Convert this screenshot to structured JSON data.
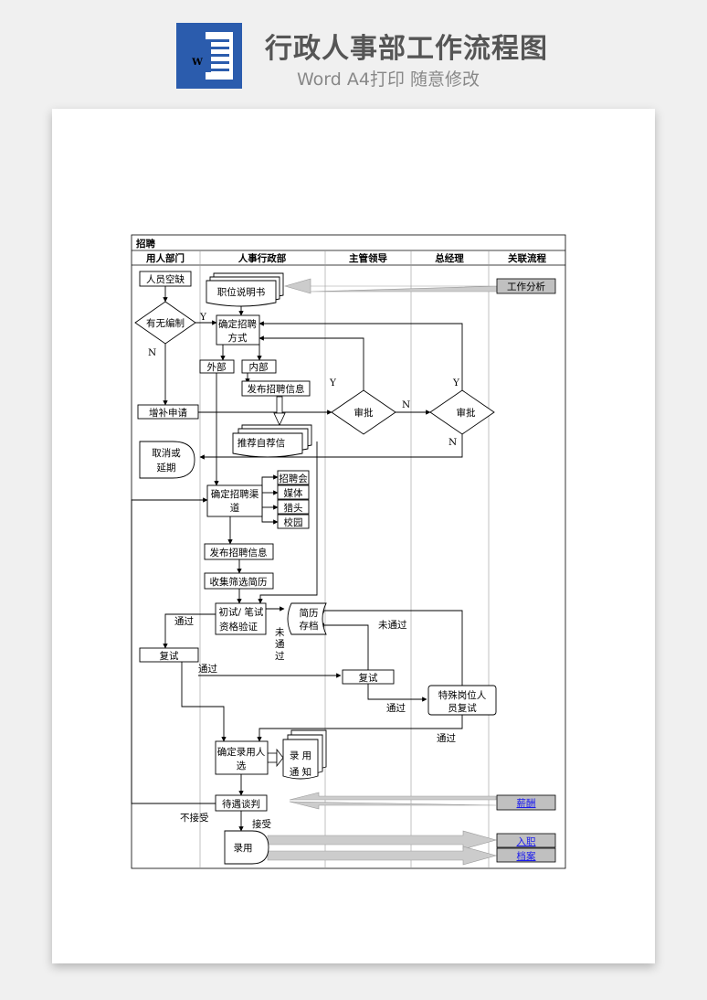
{
  "header": {
    "title": "行政人事部工作流程图",
    "subtitle": "Word A4打印 随意修改",
    "word_icon_letter": "W"
  },
  "diagram": {
    "section_title": "招聘",
    "lanes": [
      "用人部门",
      "人事行政部",
      "主管领导",
      "总经理",
      "关联流程"
    ],
    "nodes": {
      "staff_vacancy": "人员空缺",
      "job_desc": "职位说明书",
      "has_quota": "有无编制",
      "determine_method_1": "确定招聘",
      "determine_method_2": "方式",
      "external": "外部",
      "internal": "内部",
      "publish_info_internal": "发布招聘信息",
      "apply_supplement": "增补申请",
      "approve_supervisor": "审批",
      "approve_gm": "审批",
      "recommend_letter": "推荐自荐信",
      "cancel_1": "取消或",
      "cancel_2": "延期",
      "channel_1": "确定招聘渠",
      "channel_2": "道",
      "ch_fair": "招聘会",
      "ch_media": "媒体",
      "ch_headhunter": "猎头",
      "ch_campus": "校园",
      "publish_info": "发布招聘信息",
      "collect_resume": "收集筛选简历",
      "first_test_1": "初试/ 笔试",
      "first_test_2": "资格验证",
      "resume_archive_1": "简历",
      "resume_archive_2": "存档",
      "retest_dept": "复试",
      "retest_supervisor": "复试",
      "special_1": "特殊岗位人",
      "special_2": "员复试",
      "confirm_hire_1": "确定录用人",
      "confirm_hire_2": "选",
      "offer_1": "录  用",
      "offer_2": "通  知",
      "salary_talk": "待遇谈判",
      "hire": "录用"
    },
    "labels": {
      "y1": "Y",
      "n1": "N",
      "y2": "Y",
      "y3": "Y",
      "n2": "N",
      "n3": "N",
      "pass1": "通过",
      "not_pass_v1": "未",
      "not_pass_v2": "通",
      "not_pass_v3": "过",
      "not_pass2": "未通过",
      "pass2": "通过",
      "pass3": "通过",
      "pass4": "通过",
      "reject": "不接受",
      "accept": "接受"
    },
    "related": {
      "job_analysis": "工作分析",
      "salary": "薪酬",
      "onboarding": "入职",
      "archive": "档案"
    }
  },
  "colors": {
    "word_blue": "#2b5cad",
    "related_box": "#c0c0c0",
    "arrow_gray": "#c8c8c8",
    "link": "#1a1aee"
  }
}
